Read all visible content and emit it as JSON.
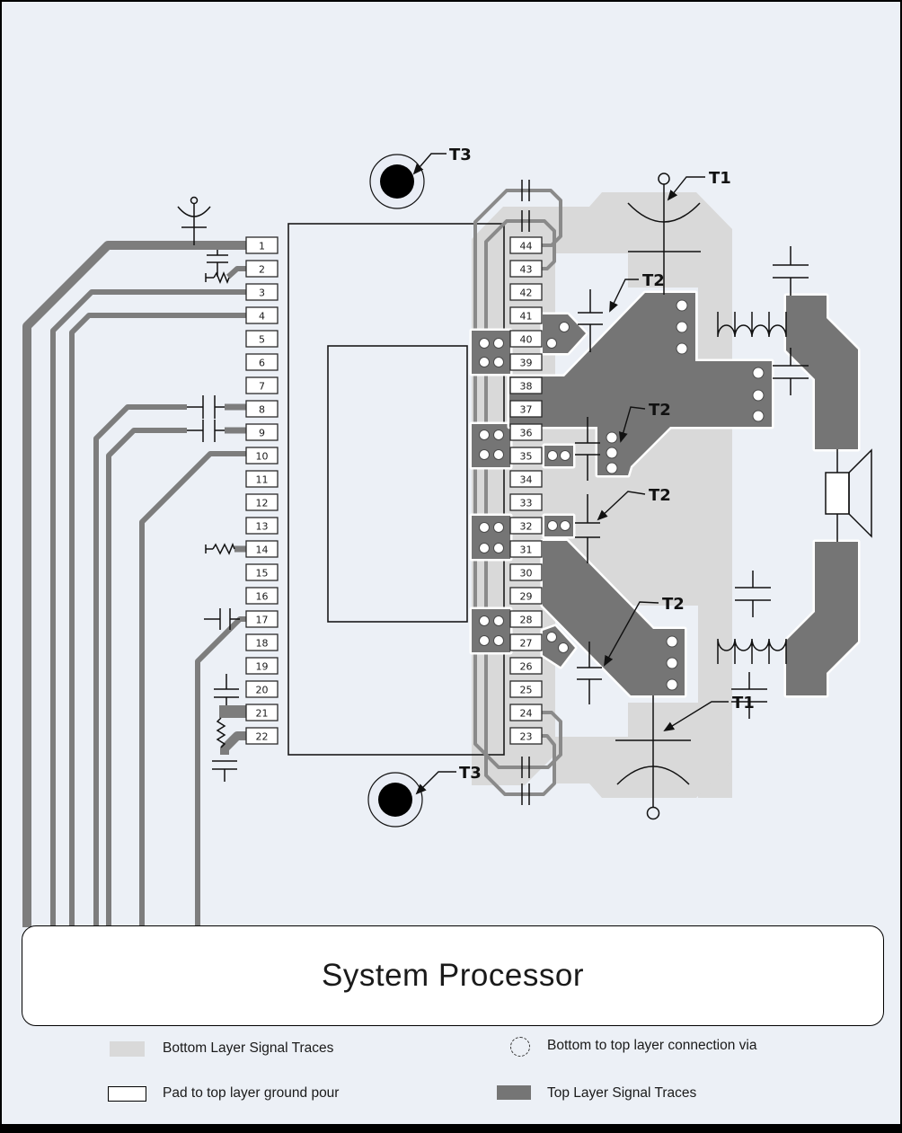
{
  "title": "System Processor",
  "pins": {
    "left": [
      "1",
      "2",
      "3",
      "4",
      "5",
      "6",
      "7",
      "8",
      "9",
      "10",
      "11",
      "12",
      "13",
      "14",
      "15",
      "16",
      "17",
      "18",
      "19",
      "20",
      "21",
      "22"
    ],
    "right": [
      "44",
      "43",
      "42",
      "41",
      "40",
      "39",
      "38",
      "37",
      "36",
      "35",
      "34",
      "33",
      "32",
      "31",
      "30",
      "29",
      "28",
      "27",
      "26",
      "25",
      "24",
      "23"
    ]
  },
  "annotations": {
    "t1": "T1",
    "t2": "T2",
    "t3": "T3"
  },
  "legend": {
    "bottom_layer": "Bottom Layer Signal Traces",
    "pad_ground": "Pad to top layer ground pour",
    "via": "Bottom to top layer connection via",
    "top_layer": "Top Layer Signal Traces"
  },
  "colors": {
    "background": "#ecf0f6",
    "bottom_layer": "#d9d9d9",
    "top_layer": "#757575",
    "trace": "#7d7d7d",
    "wire": "#8a8a8a"
  }
}
